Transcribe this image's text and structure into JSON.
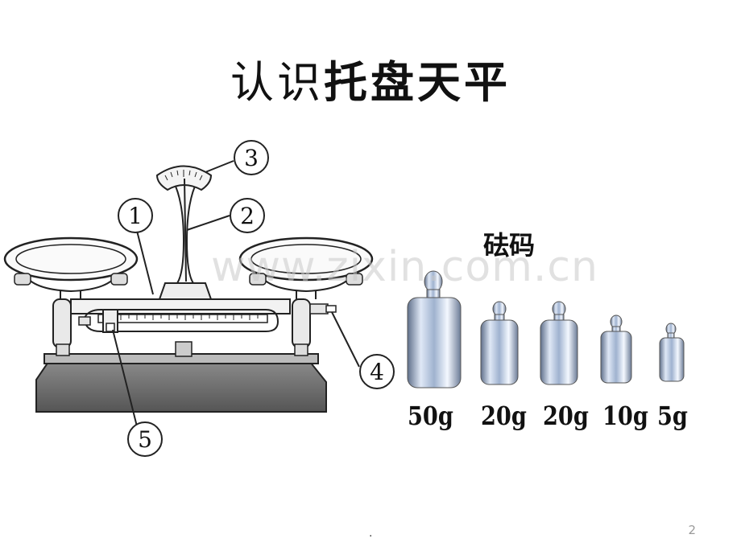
{
  "title": {
    "part1": "认识",
    "part2": "托盘天平"
  },
  "balance": {
    "callouts": [
      "1",
      "2",
      "3",
      "4",
      "5"
    ]
  },
  "weights": {
    "heading": "砝码",
    "items": [
      "50g",
      "20g",
      "20g",
      "10g",
      "5g"
    ]
  },
  "watermark": "www.zixin.com.cn",
  "footer": {
    "dot": ".",
    "page_number": "2"
  }
}
